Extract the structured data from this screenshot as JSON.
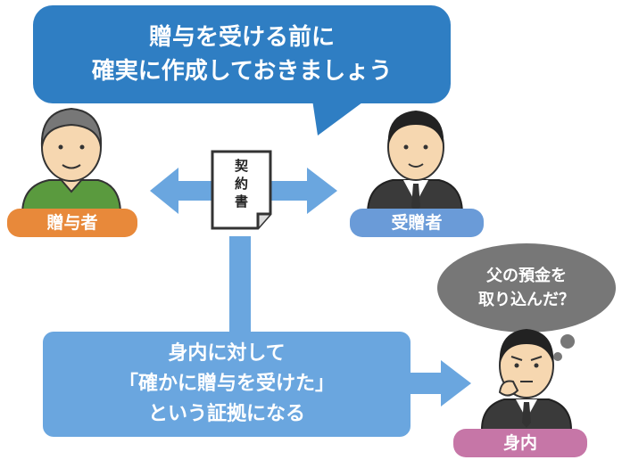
{
  "top_bubble": {
    "line1": "贈与を受ける前に",
    "line2": "確実に作成しておきましょう",
    "color": "#2f7ec3"
  },
  "contract": {
    "chars": [
      "契",
      "約",
      "書"
    ]
  },
  "people": {
    "donor": {
      "label": "贈与者",
      "color": "#e8893a",
      "icon": "elderly-man-icon"
    },
    "recipient": {
      "label": "受贈者",
      "color": "#6a9bd8",
      "icon": "suited-man-icon"
    },
    "relative": {
      "label": "身内",
      "color": "#c676a7",
      "icon": "thinking-man-icon"
    }
  },
  "thought_bubble": {
    "line1": "父の預金を",
    "line2": "取り込んだ？",
    "color": "#777777"
  },
  "bottom_box": {
    "line1": "身内に対して",
    "line2": "「確かに贈与を受けた」",
    "line3": "という証拠になる",
    "color": "#6aa6df"
  },
  "arrow_color": "#6aa6df"
}
